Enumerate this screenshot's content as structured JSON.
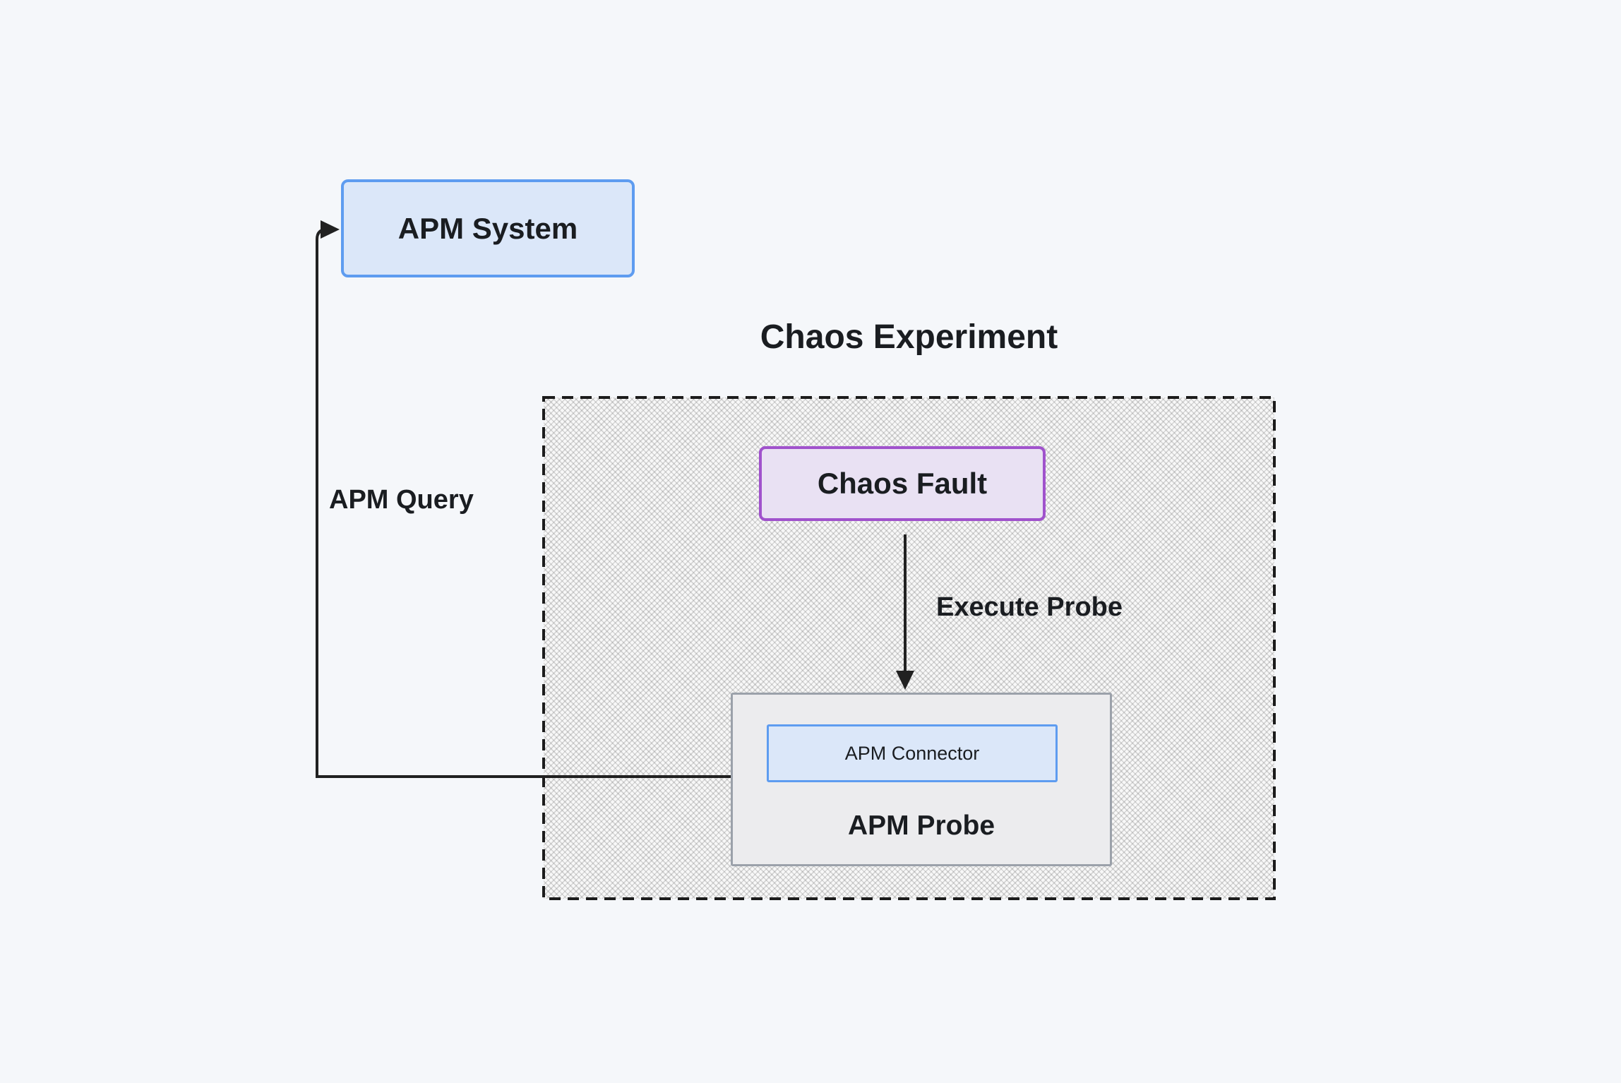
{
  "diagram": {
    "title": "Chaos Experiment",
    "nodes": {
      "apm_system": {
        "label": "APM System"
      },
      "chaos_fault": {
        "label": "Chaos Fault"
      },
      "apm_connector": {
        "label": "APM Connector"
      },
      "apm_probe": {
        "label": "APM Probe"
      }
    },
    "edges": {
      "execute_probe": {
        "label": "Execute Probe",
        "from": "chaos_fault",
        "to": "apm_probe"
      },
      "apm_query": {
        "label": "APM Query",
        "from": "apm_probe",
        "to": "apm_system"
      }
    },
    "colors": {
      "background": "#f5f7fa",
      "node_blue_fill": "#dbe7f9",
      "node_blue_border": "#5e9cf0",
      "node_purple_fill": "#e9e1f3",
      "node_purple_border": "#a052cc",
      "node_gray_fill": "#ececee",
      "node_gray_border": "#9ba1aa",
      "container_border": "#1c1c1c",
      "line": "#212121",
      "text": "#1a1d21"
    }
  }
}
